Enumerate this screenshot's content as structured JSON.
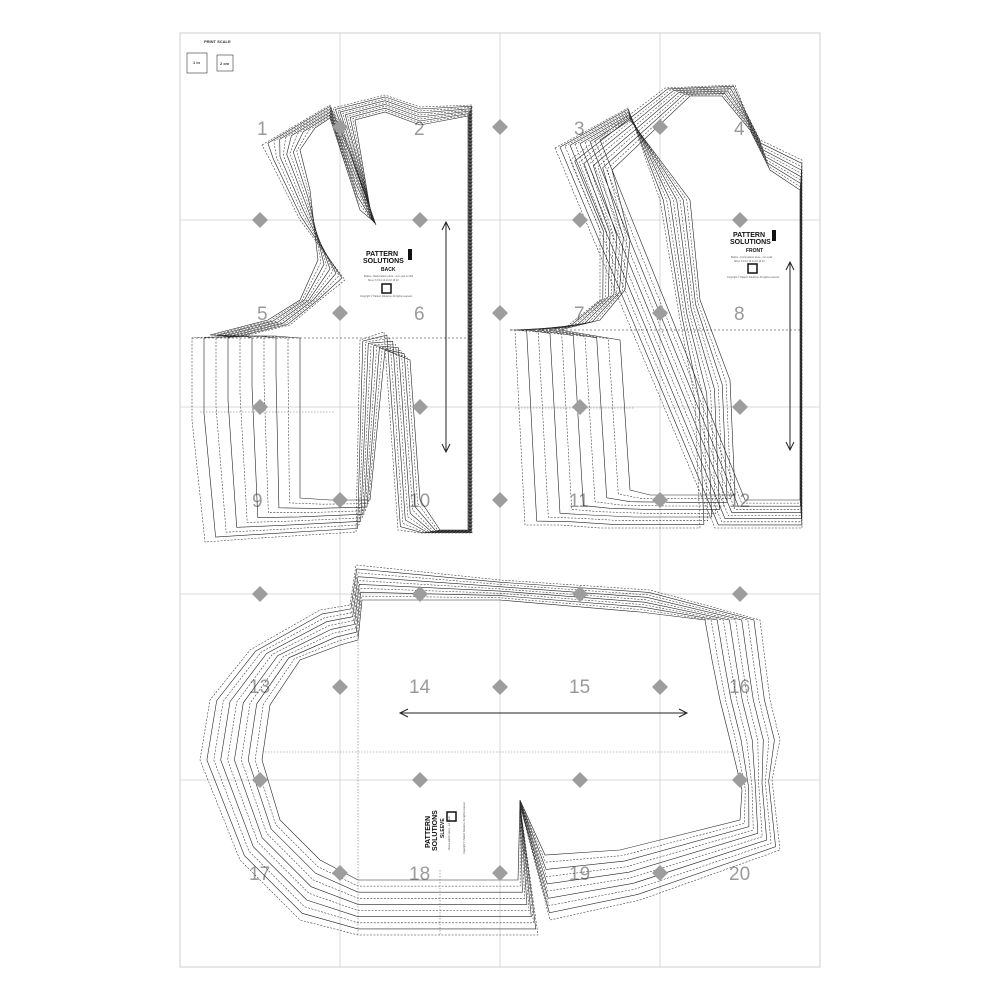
{
  "print_scale": {
    "title": "PRINT SCALE",
    "box_labels": [
      "1 in",
      "2 cm"
    ]
  },
  "page_numbers": [
    "1",
    "2",
    "3",
    "4",
    "5",
    "6",
    "7",
    "8",
    "9",
    "10",
    "11",
    "12",
    "13",
    "14",
    "15",
    "16",
    "17",
    "18",
    "19",
    "20"
  ],
  "pieces": {
    "back": {
      "brand_line1": "PATTERN",
      "brand_line2": "SOLUTIONS",
      "name": "BACK",
      "info_line1": "Bodice - Back pattern piece - cut 1 pair on fold",
      "info_line2": "Sizes: 6 8 10 12 14 16 18 20",
      "copyright": "Copyright © Pattern Solutions. All rights reserved."
    },
    "front": {
      "brand_line1": "PATTERN",
      "brand_line2": "SOLUTIONS",
      "name": "FRONT",
      "info_line1": "Bodice - Front pattern piece - cut 1 pair",
      "info_line2": "Sizes: 6 8 10 12 14 16 18 20",
      "copyright": "Copyright © Pattern Solutions. All rights reserved."
    },
    "sleeve": {
      "brand_line1": "PATTERN",
      "brand_line2": "SOLUTIONS",
      "name": "SLEEVE",
      "info_line1": "Sleeve pattern piece - cut 1 pair",
      "copyright": "Copyright © Pattern Solutions. All rights reserved."
    }
  },
  "colors": {
    "grid": "#d8d8d8",
    "diamond": "#9d9d9d",
    "page_number": "#9a9a9a",
    "line": "#222222"
  }
}
